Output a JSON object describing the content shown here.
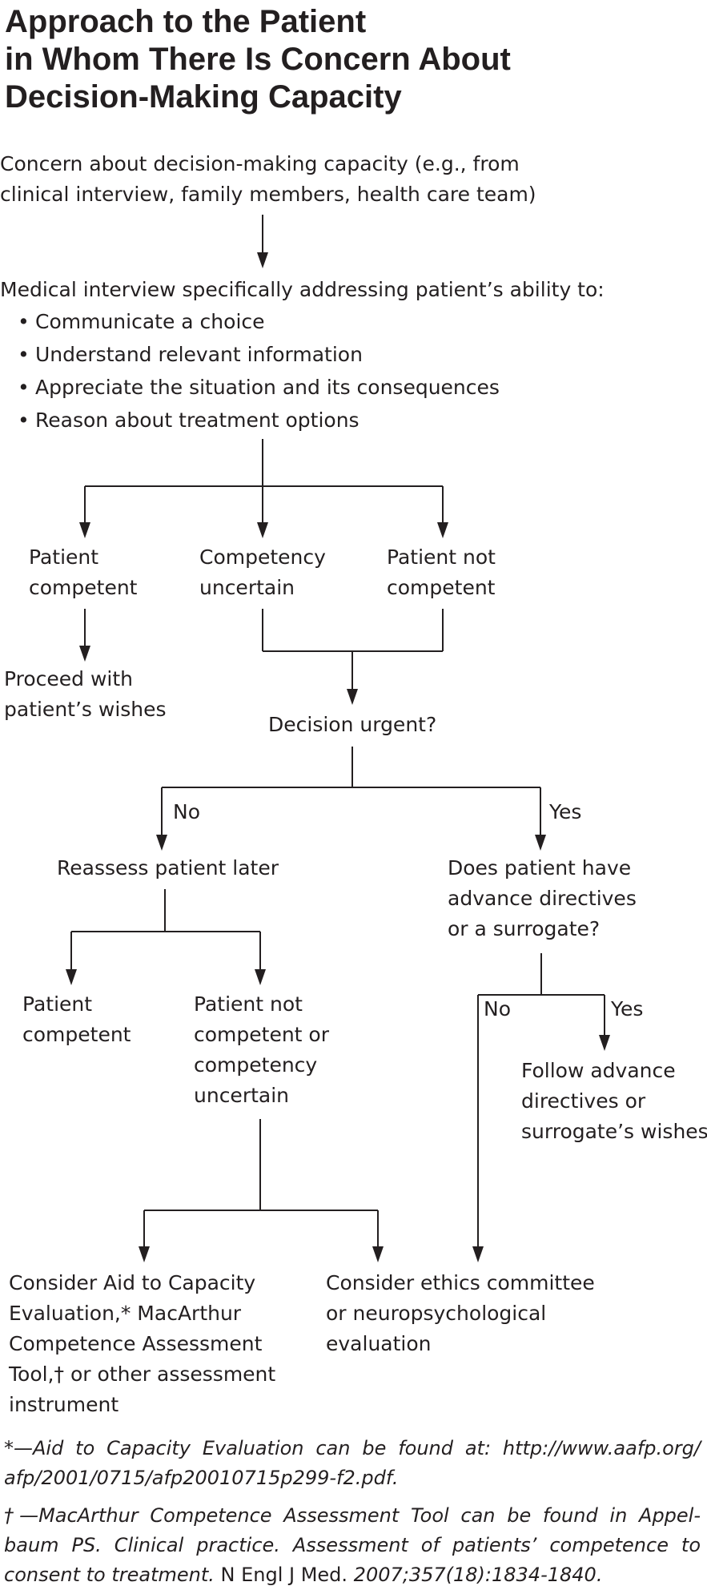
{
  "title": {
    "line1": "Approach to the Patient",
    "line2": "in Whom There Is Concern About",
    "line3": "Decision-Making Capacity"
  },
  "nodes": {
    "concern": {
      "line1": "Concern about decision-making capacity (e.g., from",
      "line2": "clinical interview, family members, health care team)"
    },
    "interview": {
      "intro": "Medical interview specifically addressing patient’s ability to:",
      "bullets": [
        "Communicate a choice",
        "Understand relevant information",
        "Appreciate the situation and its consequences",
        "Reason about treatment options"
      ]
    },
    "patient_competent": {
      "line1": "Patient",
      "line2": "competent"
    },
    "competency_uncertain": {
      "line1": "Competency",
      "line2": "uncertain"
    },
    "patient_not_competent": {
      "line1": "Patient not",
      "line2": "competent"
    },
    "proceed": {
      "line1": "Proceed with",
      "line2": "patient’s wishes"
    },
    "decision_urgent": {
      "text": "Decision urgent?"
    },
    "reassess": {
      "text": "Reassess patient later"
    },
    "advance_directives_q": {
      "line1": "Does patient have",
      "line2": "advance directives",
      "line3": "or a surrogate?"
    },
    "reassess_competent": {
      "line1": "Patient",
      "line2": "competent"
    },
    "reassess_not_competent": {
      "line1": "Patient not",
      "line2": "competent or",
      "line3": "competency",
      "line4": "uncertain"
    },
    "follow_directives": {
      "line1": "Follow advance",
      "line2": "directives or",
      "line3": "surrogate’s wishes"
    },
    "consider_aid": {
      "line1": "Consider Aid to Capacity",
      "line2": "Evaluation,* MacArthur",
      "line3": "Competence Assessment",
      "line4": "Tool,† or other assessment",
      "line5": "instrument"
    },
    "consider_ethics": {
      "line1": "Consider ethics committee",
      "line2": "or neuropsychological",
      "line3": "evaluation"
    }
  },
  "edge_labels": {
    "urgent_no": "No",
    "urgent_yes": "Yes",
    "directives_no": "No",
    "directives_yes": "Yes"
  },
  "footnotes": {
    "fn1_line1": "*—Aid to Capacity Evaluation can be found at: http://www.aafp.org/",
    "fn1_line2": "afp/2001/0715/afp20010715p299-f2.pdf.",
    "fn2_line1": "†—MacArthur Competence Assessment Tool can be found in Appel-",
    "fn2_line2": "baum PS. Clinical practice. Assessment of patients’ competence to",
    "fn2_line3_a": "consent to treatment. ",
    "fn2_line3_b": "N Engl J Med.",
    "fn2_line3_c": " 2007;357(18):1834-1840."
  },
  "colors": {
    "text": "#231f20",
    "lines": "#231f20",
    "background": "#ffffff"
  }
}
